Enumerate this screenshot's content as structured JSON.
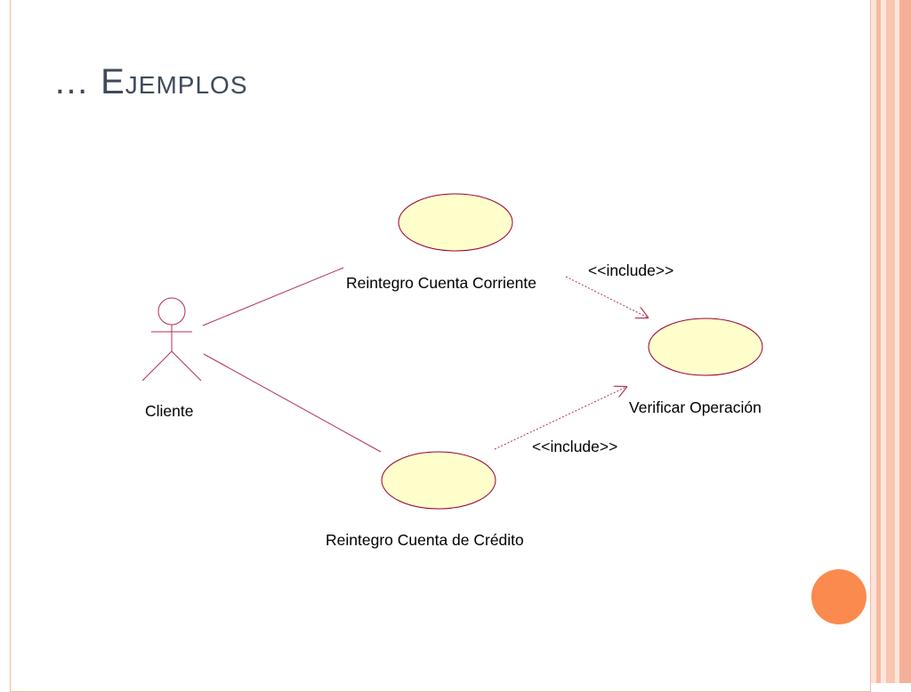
{
  "title": "… Ejemplos",
  "actor": {
    "label": "Cliente"
  },
  "use_cases": {
    "corriente": "Reintegro Cuenta Corriente",
    "credito": "Reintegro Cuenta de Crédito",
    "verificar": "Verificar Operación"
  },
  "relations": {
    "include_top": "<<include>>",
    "include_bottom": "<<include>>"
  },
  "colors": {
    "use_case_fill": "#ffffcc",
    "use_case_stroke": "#990033",
    "line": "#b03050",
    "title": "#3f4a5a",
    "accent_dot": "#fb8a4e"
  }
}
